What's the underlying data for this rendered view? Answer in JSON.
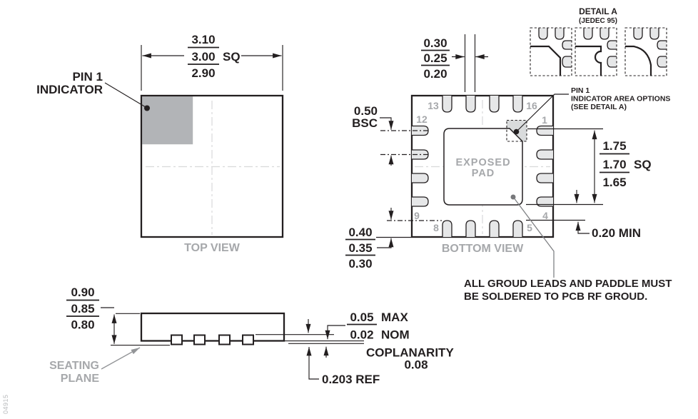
{
  "colors": {
    "line": "#231f20",
    "gray_text": "#a6a8ab",
    "pad_fill": "#e6e7e8",
    "pin1_indicator_fill": "#b2b4b7",
    "pin1_area_fill": "#d9dbdc",
    "centerline": "#d8d9da"
  },
  "top_view": {
    "label": "TOP VIEW",
    "dim_size": {
      "max": "3.10",
      "nom": "3.00",
      "suffix": "SQ",
      "min": "2.90"
    },
    "pin1_indicator": {
      "line1": "PIN 1",
      "line2": "INDICATOR"
    }
  },
  "bottom_view": {
    "label": "BOTTOM VIEW",
    "exposed_pad": {
      "line1": "EXPOSED",
      "line2": "PAD"
    },
    "pin_numbers": {
      "p1": "1",
      "p4": "4",
      "p5": "5",
      "p8": "8",
      "p9": "9",
      "p12": "12",
      "p13": "13",
      "p16": "16"
    },
    "dim_lead_width": {
      "max": "0.30",
      "nom": "0.25",
      "min": "0.20"
    },
    "dim_pitch": {
      "value": "0.50",
      "qual": "BSC"
    },
    "dim_lead_length": {
      "max": "0.40",
      "nom": "0.35",
      "min": "0.30"
    },
    "dim_exposed_pad": {
      "max": "1.75",
      "nom": "1.70",
      "suffix": "SQ",
      "min": "1.65"
    },
    "dim_clearance": "0.20 MIN",
    "pin1_note": {
      "line1": "PIN 1",
      "line2": "INDICATOR AREA OPTIONS",
      "line3": "(SEE DETAIL A)"
    },
    "ground_note": {
      "line1": "ALL GROUD LEADS AND PADDLE MUST",
      "line2": "BE SOLDERED TO PCB RF GROUD."
    }
  },
  "detail_a": {
    "title": "DETAIL A",
    "subtitle": "(JEDEC 95)"
  },
  "side_view": {
    "dim_height": {
      "max": "0.90",
      "nom": "0.85",
      "min": "0.80"
    },
    "seating_plane": {
      "line1": "SEATING",
      "line2": "PLANE"
    },
    "dim_standoff": {
      "max": "0.05",
      "max_qual": "MAX",
      "nom": "0.02",
      "nom_qual": "NOM"
    },
    "coplanarity": {
      "label": "COPLANARITY",
      "value": "0.08"
    },
    "dim_lead_thickness": "0.203 REF"
  },
  "doc_number": "04915"
}
